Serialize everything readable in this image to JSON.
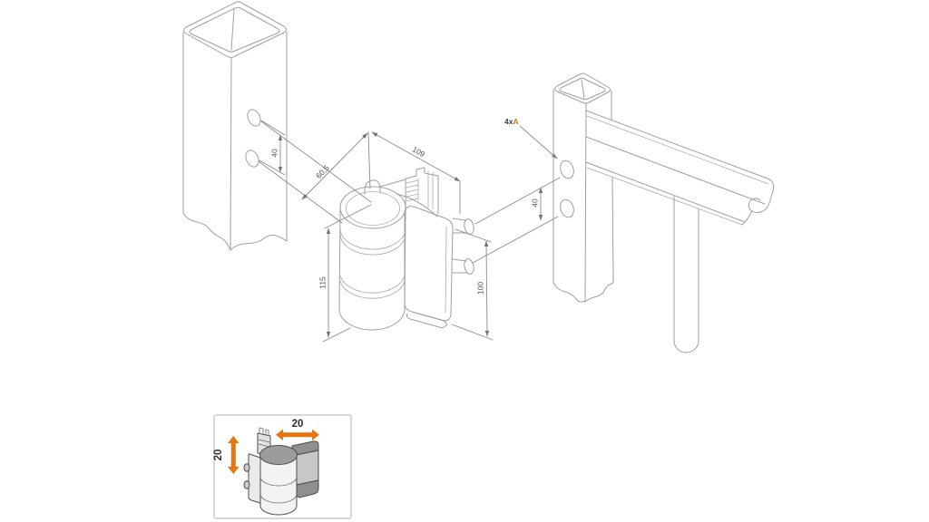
{
  "colors": {
    "accent": "#e87510",
    "line": "#9aa0a6",
    "dim_text": "#4b5055"
  },
  "dimensions": {
    "post_hole_spacing": "40",
    "hinge_to_post_offset": "60,5",
    "hinge_width": "109",
    "hinge_height": "115",
    "bracket_height": "100",
    "frame_hole_spacing": "40"
  },
  "labels": {
    "holes_callout_prefix": "4x",
    "holes_callout_ref": "A"
  },
  "inset": {
    "horizontal_adjustment": "20",
    "vertical_adjustment": "20"
  }
}
